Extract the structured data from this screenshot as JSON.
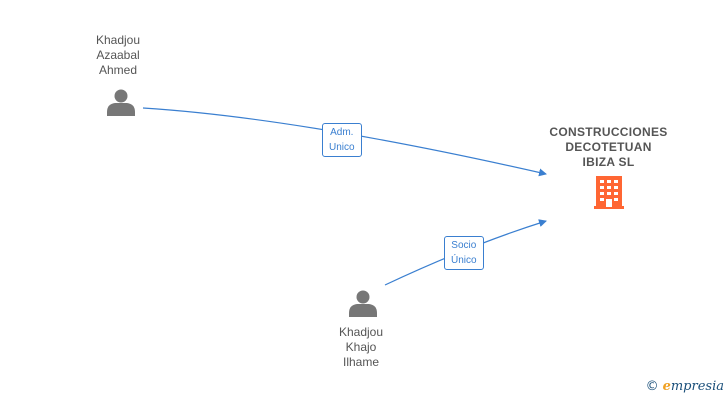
{
  "diagram": {
    "people": [
      {
        "name": "Khadjou\nAzaabal\nAhmed"
      },
      {
        "name": "Khadjou\nKhajo\nIlhame"
      }
    ],
    "company": {
      "name": "CONSTRUCCIONES\nDECOTETUAN\nIBIZA  SL",
      "icon": "building-icon"
    },
    "relations": [
      {
        "label": "Adm.\nUnico"
      },
      {
        "label": "Socio\nÚnico"
      }
    ],
    "colors": {
      "person": "#777777",
      "company": "#ff6633",
      "edge": "#3a7fd0"
    }
  },
  "footer": {
    "copyright_symbol": "©",
    "brand_initial": "e",
    "brand_rest": "mpresia"
  }
}
